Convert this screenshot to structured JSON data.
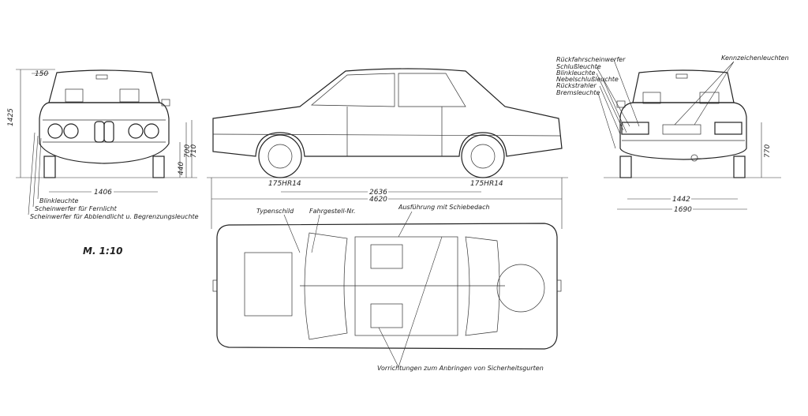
{
  "scale": "M. 1:10",
  "front_view": {
    "dim_150": "150",
    "dim_height": "1425",
    "dim_440": "440",
    "dim_700": "700",
    "dim_710": "710",
    "dim_track": "1406",
    "labels": [
      "Blinkleuchte",
      "Scheinwerfer für Fernlicht",
      "Scheinwerfer für Abblendlicht u. Begrenzungsleuchte"
    ]
  },
  "side_view": {
    "tire_front": "175HR14",
    "tire_rear": "175HR14",
    "wheelbase": "2636",
    "length": "4620"
  },
  "rear_view": {
    "labels": [
      "Rückfahrscheinwerfer",
      "Schlußleuchte",
      "Blinkleuchte",
      "Nebelschlußleuchte",
      "Rückstrahler",
      "Bremsleuchte"
    ],
    "plate_light_label": "Kennzeichenleuchten",
    "dim_770": "770",
    "dim_track": "1442",
    "dim_width": "1690"
  },
  "top_view": {
    "type_plate": "Typenschild",
    "chassis_no": "Fahrgestell-Nr.",
    "sunroof": "Ausführung mit Schiebedach",
    "belts": "Vorrichtungen zum Anbringen von Sicherheitsgurten"
  }
}
